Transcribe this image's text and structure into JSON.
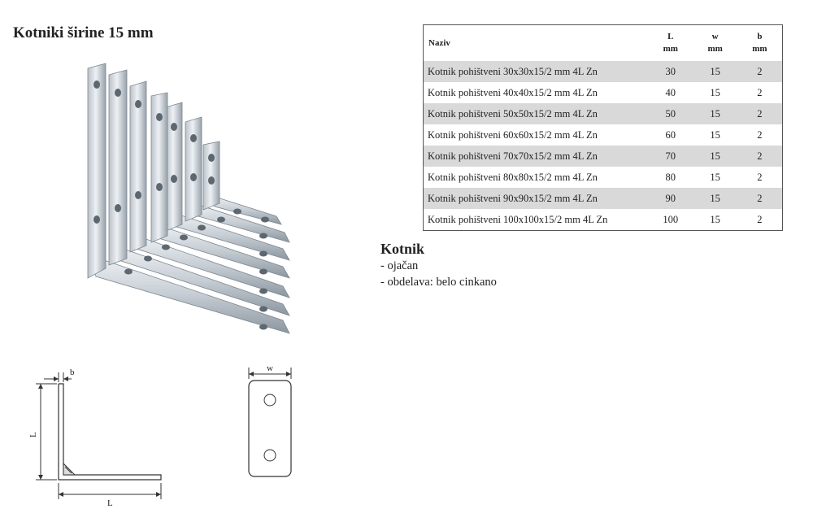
{
  "title": "Kotniki širine 15 mm",
  "table": {
    "headers": {
      "name": "Naziv",
      "L": "L",
      "L_unit": "mm",
      "w": "w",
      "w_unit": "mm",
      "b": "b",
      "b_unit": "mm"
    },
    "rows": [
      {
        "name": "Kotnik pohištveni 30x30x15/2 mm 4L Zn",
        "L": "30",
        "w": "15",
        "b": "2"
      },
      {
        "name": "Kotnik pohištveni 40x40x15/2 mm 4L Zn",
        "L": "40",
        "w": "15",
        "b": "2"
      },
      {
        "name": "Kotnik pohištveni 50x50x15/2 mm 4L Zn",
        "L": "50",
        "w": "15",
        "b": "2"
      },
      {
        "name": "Kotnik pohištveni 60x60x15/2 mm 4L Zn",
        "L": "60",
        "w": "15",
        "b": "2"
      },
      {
        "name": "Kotnik pohištveni 70x70x15/2 mm 4L Zn",
        "L": "70",
        "w": "15",
        "b": "2"
      },
      {
        "name": "Kotnik pohištveni 80x80x15/2 mm 4L Zn",
        "L": "80",
        "w": "15",
        "b": "2"
      },
      {
        "name": "Kotnik pohištveni 90x90x15/2 mm 4L Zn",
        "L": "90",
        "w": "15",
        "b": "2"
      },
      {
        "name": "Kotnik pohištveni 100x100x15/2 mm 4L Zn",
        "L": "100",
        "w": "15",
        "b": "2"
      }
    ]
  },
  "description": {
    "heading": "Kotnik",
    "items": [
      "- ojačan",
      "- obdelava: belo cinkano"
    ]
  },
  "diagram": {
    "side_b": "b",
    "side_L_vertical": "L",
    "side_L_horizontal": "L",
    "front_w": "w"
  },
  "colors": {
    "shade_row": "#d9d9d9",
    "metal_light": "#e6eaee",
    "metal_dark": "#8a939c"
  }
}
